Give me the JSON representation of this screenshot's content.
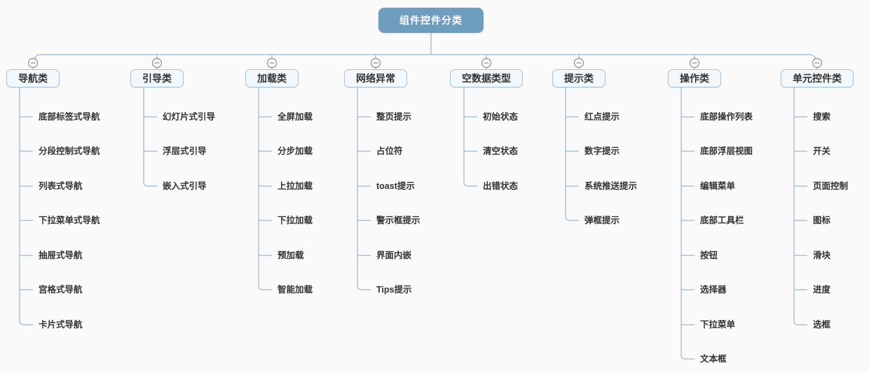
{
  "root": {
    "label": "组件控件分类"
  },
  "branches": [
    {
      "label": "导航类",
      "children": [
        "底部标签式导航",
        "分段控制式导航",
        "列表式导航",
        "下拉菜单式导航",
        "抽屉式导航",
        "宫格式导航",
        "卡片式导航"
      ]
    },
    {
      "label": "引导类",
      "children": [
        "幻灯片式引导",
        "浮层式引导",
        "嵌入式引导"
      ]
    },
    {
      "label": "加载类",
      "children": [
        "全屏加载",
        "分步加载",
        "上拉加载",
        "下拉加载",
        "预加载",
        "智能加载"
      ]
    },
    {
      "label": "网络异常",
      "children": [
        "整页提示",
        "占位符",
        "toast提示",
        "警示框提示",
        "界面内嵌",
        "Tips提示"
      ]
    },
    {
      "label": "空数据类型",
      "children": [
        "初始状态",
        "清空状态",
        "出错状态"
      ]
    },
    {
      "label": "提示类",
      "children": [
        "红点提示",
        "数字提示",
        "系统推送提示",
        "弹框提示"
      ]
    },
    {
      "label": "操作类",
      "children": [
        "底部操作列表",
        "底部浮层视图",
        "编辑菜单",
        "底部工具栏",
        "按钮",
        "选择器",
        "下拉菜单",
        "文本框"
      ]
    },
    {
      "label": "单元控件类",
      "children": [
        "搜索",
        "开关",
        "页面控制",
        "图标",
        "滑块",
        "进度",
        "选框"
      ]
    }
  ],
  "icons": {
    "collapse": "minus-circle-icon"
  },
  "colors": {
    "background": "#fafafa",
    "root_fill": "#6f9dbd",
    "root_text": "#ffffff",
    "node_border": "#a4c2da",
    "node_fill": "#f3f8fc",
    "node_text": "#333333",
    "connector": "#9cb8d0",
    "collapse_icon": "#8f8f8f"
  }
}
